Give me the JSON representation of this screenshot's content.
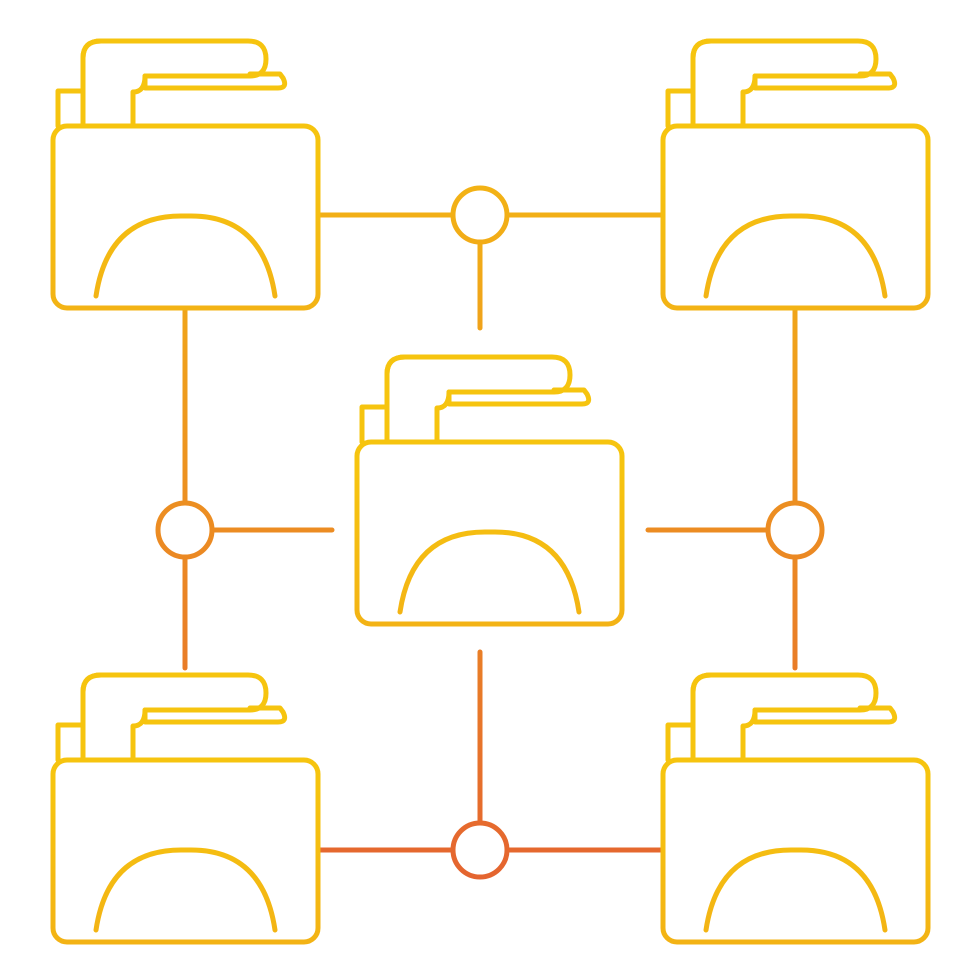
{
  "colors": {
    "gradient_top": "#F6C40F",
    "gradient_bottom": "#E35D32",
    "background": "#FFFFFF"
  },
  "nodes": [
    {
      "id": "folder-top-left",
      "icon": "folder-document-icon"
    },
    {
      "id": "folder-top-right",
      "icon": "folder-document-icon"
    },
    {
      "id": "folder-center",
      "icon": "folder-document-icon"
    },
    {
      "id": "folder-bottom-left",
      "icon": "folder-document-icon"
    },
    {
      "id": "folder-bottom-right",
      "icon": "folder-document-icon"
    }
  ],
  "connectors": [
    {
      "id": "junction-top"
    },
    {
      "id": "junction-left"
    },
    {
      "id": "junction-right"
    },
    {
      "id": "junction-bottom"
    }
  ]
}
